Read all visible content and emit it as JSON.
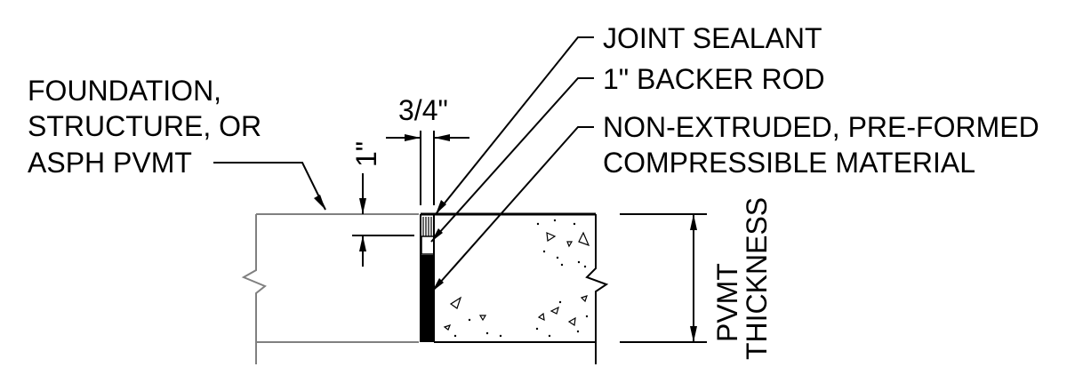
{
  "labels": {
    "joint_sealant": "JOINT SEALANT",
    "backer_rod": "1\"  BACKER ROD",
    "compressible_line1": "NON-EXTRUDED, PRE-FORMED",
    "compressible_line2": "COMPRESSIBLE MATERIAL",
    "foundation_line1": "FOUNDATION,",
    "foundation_line2": "STRUCTURE, OR",
    "foundation_line3": "ASPH PVMT",
    "width_dim": "3/4\"",
    "depth_dim": "1\"",
    "pvmt_thickness_line1": "PVMT",
    "pvmt_thickness_line2": "THICKNESS"
  },
  "colors": {
    "line": "#000000",
    "existing": "#808080"
  }
}
